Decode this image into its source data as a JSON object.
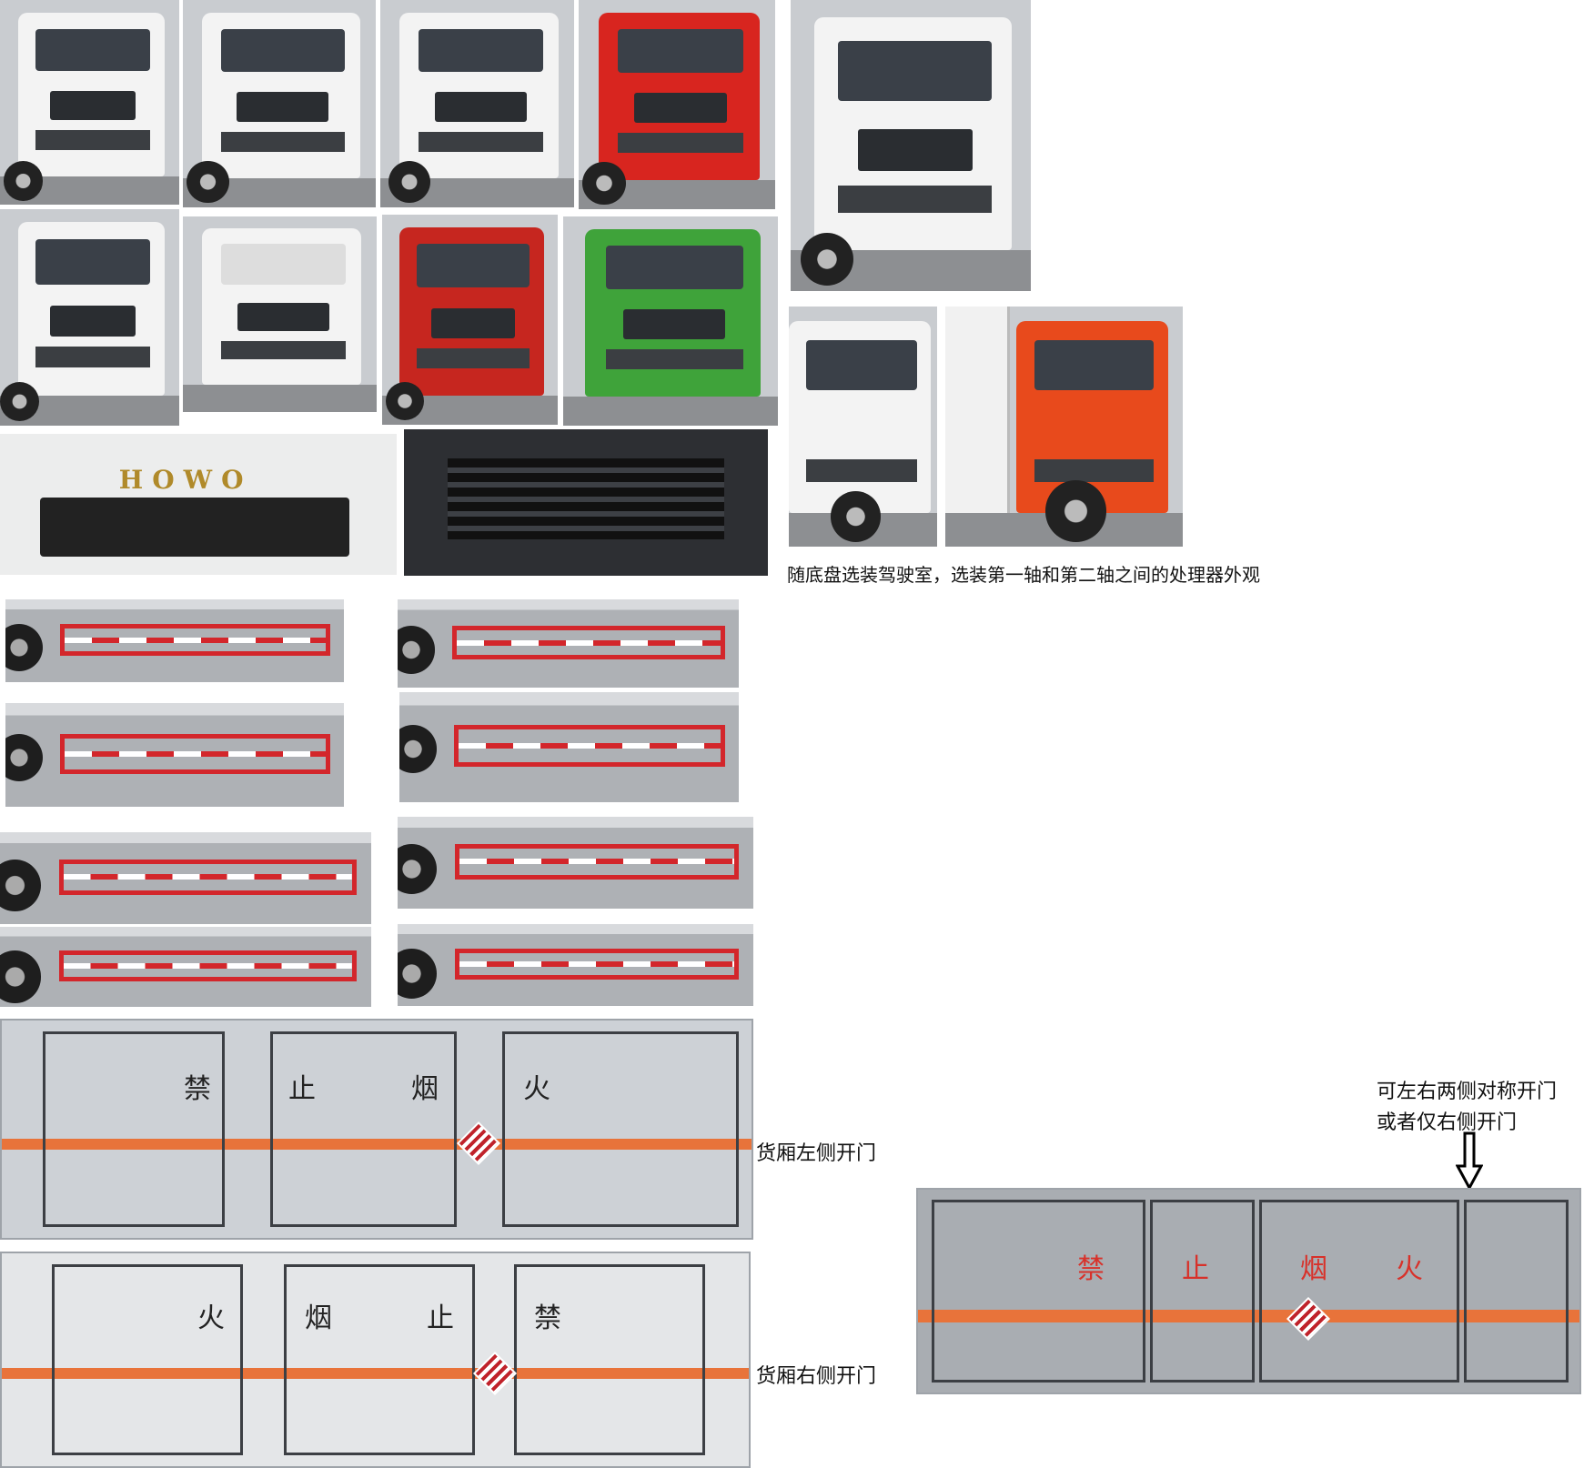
{
  "captions": {
    "cab_option": "随底盘选装驾驶室，选装第一轴和第二轴之间的处理器外观",
    "left_door": "货厢左侧开门",
    "right_door": "货厢右侧开门",
    "note_line1": "可左右两侧对称开门",
    "note_line2": "或者仅右侧开门"
  },
  "cab_photos": [
    {
      "color": "#f3f3f3"
    },
    {
      "color": "#f3f3f3"
    },
    {
      "color": "#f3f3f3"
    },
    {
      "color": "#d8251f"
    },
    {
      "color": "#f3f3f3"
    },
    {
      "color": "#f3f3f3"
    },
    {
      "color": "#f3f3f3"
    },
    {
      "color": "#c6261f"
    },
    {
      "color": "#3fa33a"
    },
    {
      "color": "#f3f3f3"
    },
    {
      "color": "#e84a1c"
    }
  ],
  "grille_logo": "HOWO",
  "box_left_chars": [
    "禁",
    "止",
    "烟",
    "火"
  ],
  "box_right_chars": [
    "火",
    "烟",
    "止",
    "禁"
  ],
  "box_small_chars": [
    "禁",
    "止",
    "烟",
    "火"
  ],
  "colors": {
    "stripe": "#e8733a",
    "frame_red": "#d3262b"
  }
}
